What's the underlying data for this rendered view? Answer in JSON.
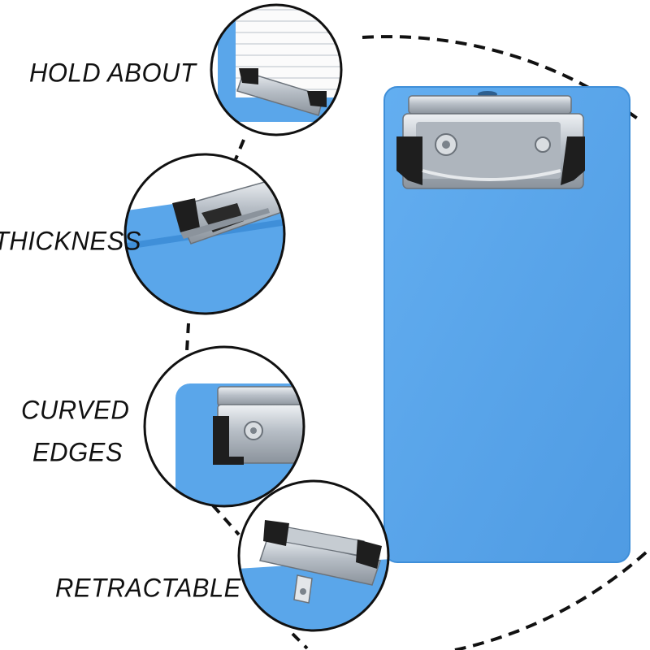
{
  "features": [
    {
      "label": "HOLD ABOUT"
    },
    {
      "label": "THICKNESS"
    },
    {
      "label": "CURVED"
    },
    {
      "label": "EDGES"
    },
    {
      "label": "RETRACTABLE"
    }
  ],
  "colors": {
    "board_blue": "#5aa6ea",
    "board_blue_dark": "#3f8fd9",
    "clip_metal": "#c9ced3",
    "clip_black": "#1e1e1e",
    "outline_black": "#111111"
  }
}
